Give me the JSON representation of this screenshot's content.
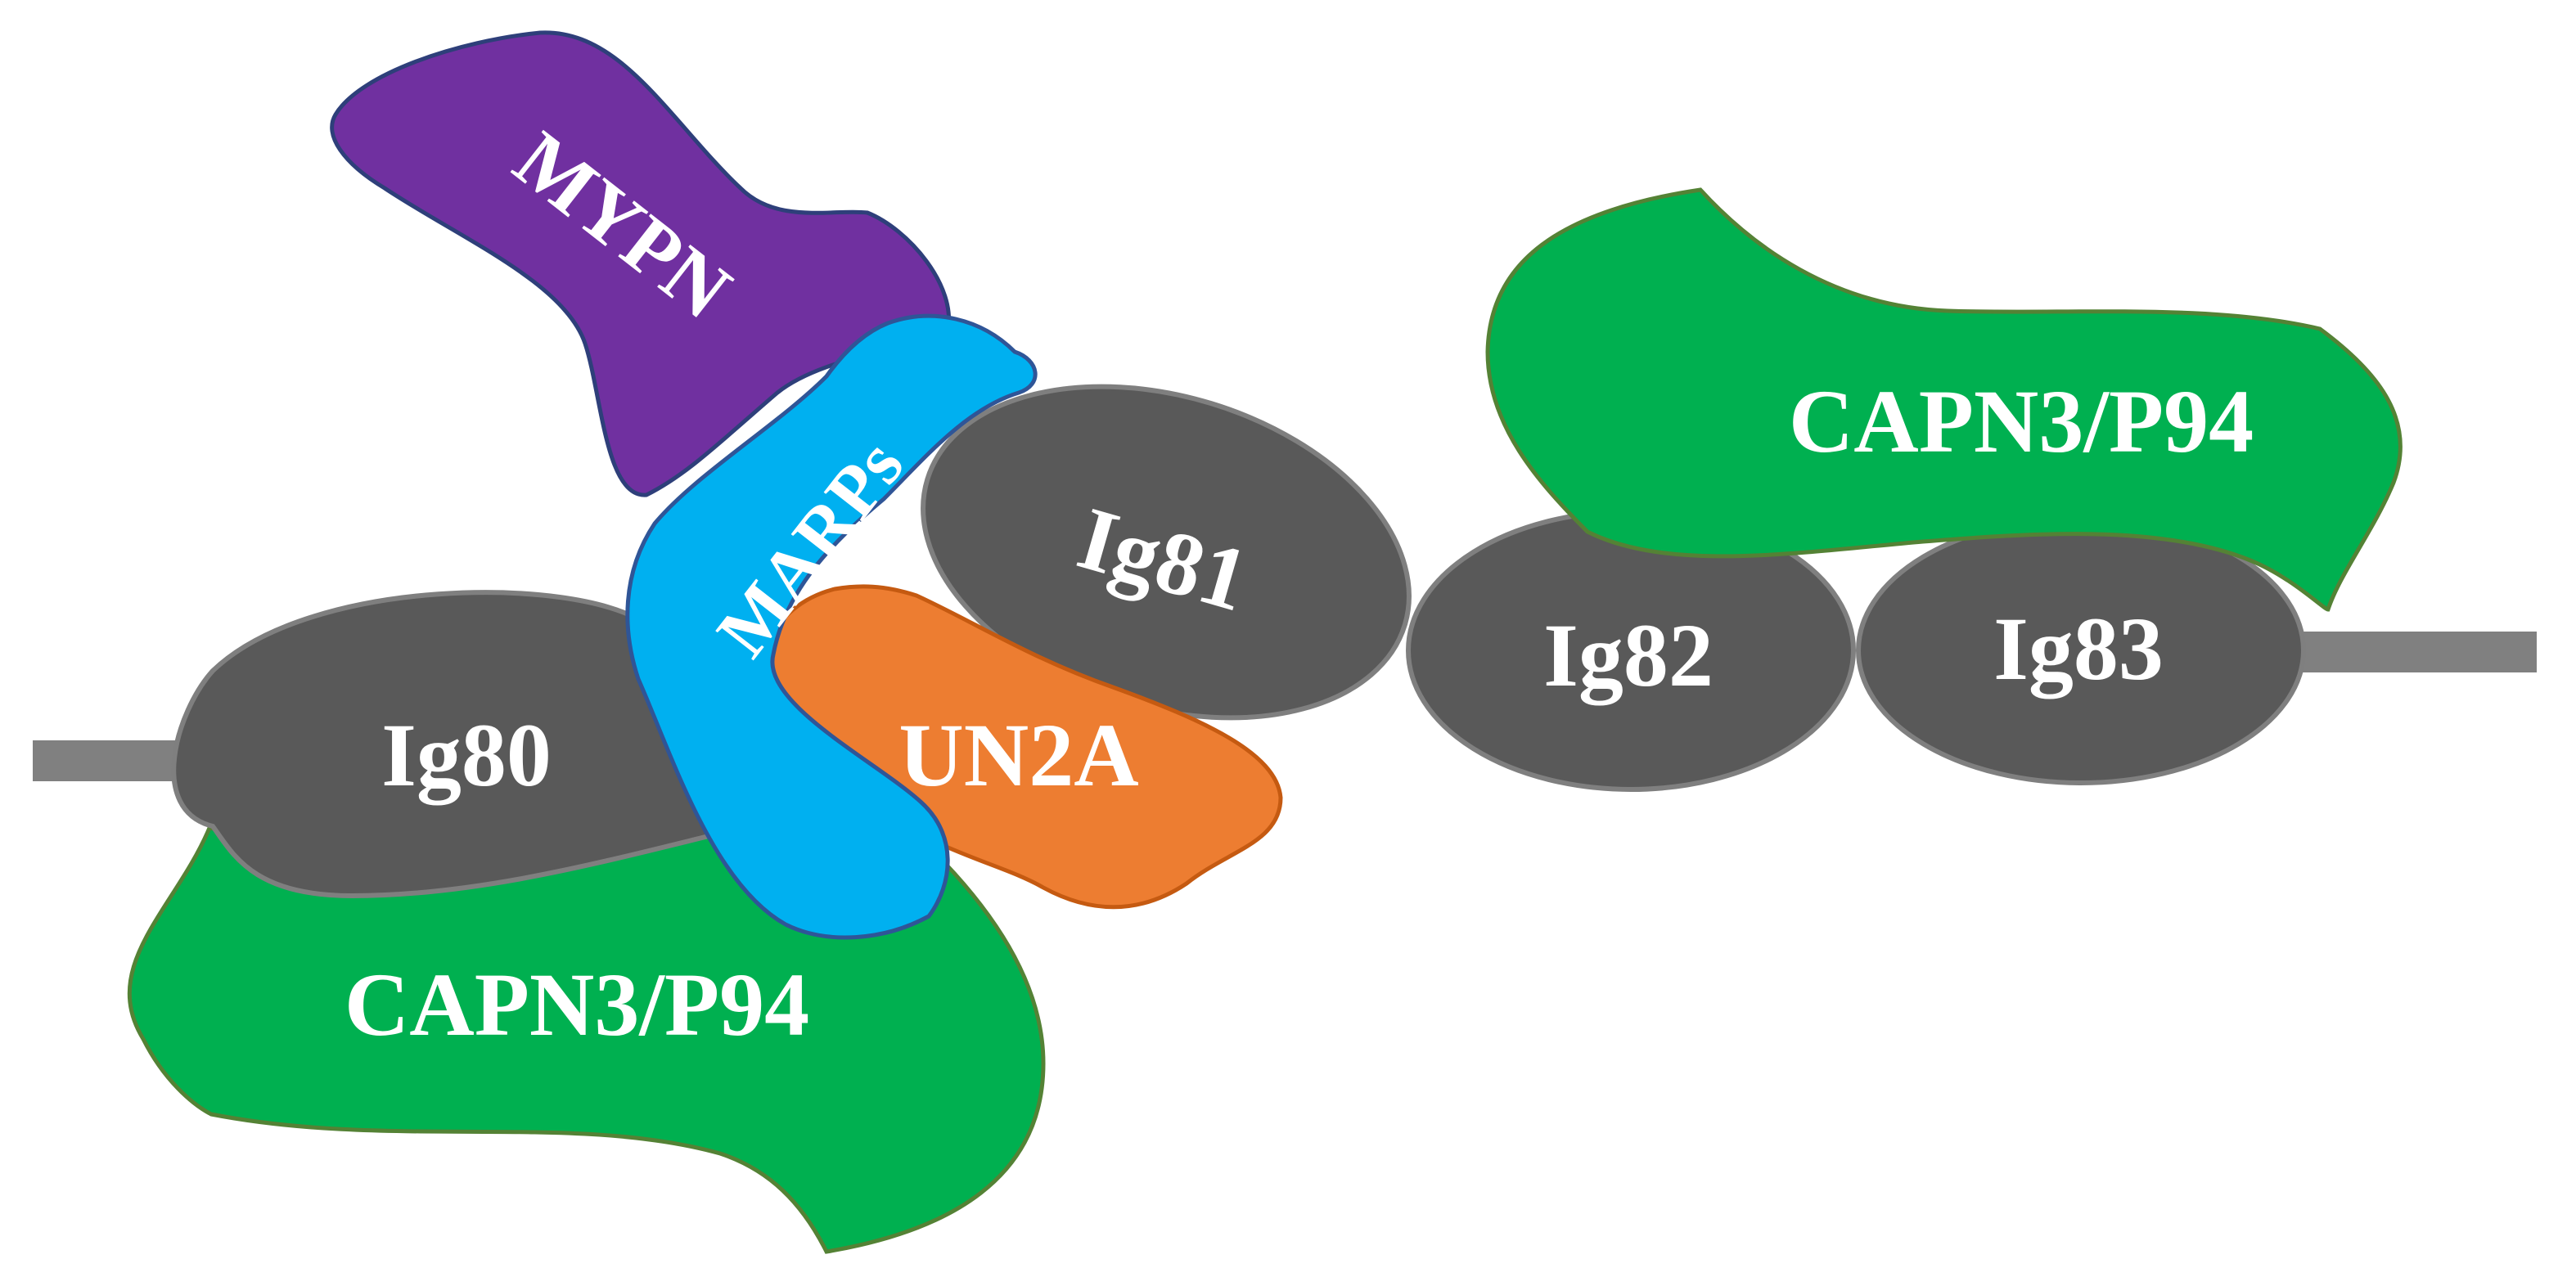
{
  "diagram": {
    "domains": {
      "ig80": "Ig80",
      "ig81": "Ig81",
      "ig82": "Ig82",
      "ig83": "Ig83",
      "un2a": "UN2A"
    },
    "proteins": {
      "mypn": "MYPN",
      "marps": "MARPs",
      "capn3_left": "CAPN3/P94",
      "capn3_right": "CAPN3/P94"
    },
    "colors": {
      "ig_domain": "#595959",
      "ig_outline": "#7f7f7f",
      "linker": "#808080",
      "capn3": "#00b050",
      "capn3_outline": "#548235",
      "mypn": "#7030a0",
      "mypn_outline": "#2e3f7a",
      "marps": "#00b0f0",
      "marps_outline": "#2f5597",
      "un2a": "#ed7d31",
      "un2a_outline": "#c55a11",
      "label": "#ffffff"
    }
  }
}
